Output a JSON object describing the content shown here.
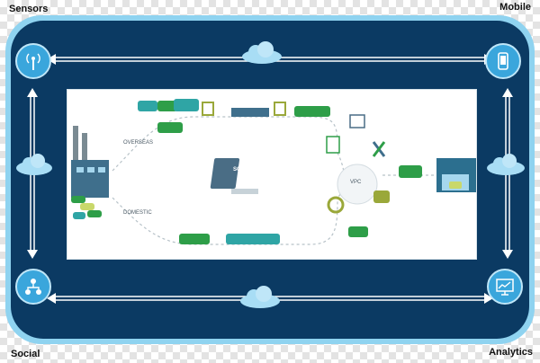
{
  "corners": {
    "top_left": "Sensors",
    "top_right": "Mobile",
    "bottom_left": "Social",
    "bottom_right": "Analytics"
  },
  "hubs": {
    "top_left": "antenna-icon",
    "top_right": "smartphone-icon",
    "bottom_left": "org-chart-icon",
    "bottom_right": "dashboard-icon"
  },
  "routes": {
    "upper": "OVERSEAS",
    "lower": "DOMESTIC"
  },
  "center_node": "SCM",
  "hub_node": "VPC",
  "colors": {
    "frame_light": "#8fd3f0",
    "frame_dark": "#0b3a63",
    "hub_blue": "#3aa6dc",
    "vehicle_green": "#2e9e48",
    "vehicle_teal": "#2fa5a5"
  }
}
